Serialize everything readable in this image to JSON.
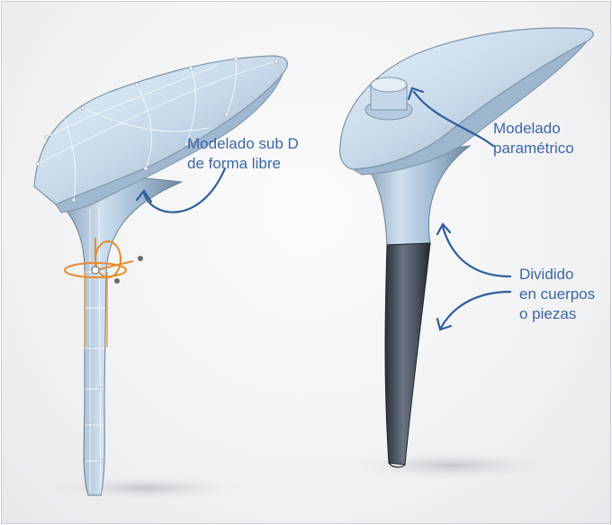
{
  "annotations": {
    "subd": {
      "line1": "Modelado sub D",
      "line2": "de forma libre"
    },
    "parametric": {
      "line1": "Modelado",
      "line2": "paramétrico"
    },
    "divided": {
      "line1": "Dividido",
      "line2": "en cuerpos",
      "line3": "o piezas"
    }
  },
  "colors": {
    "label_text": "#3b66a8",
    "arrow": "#2f5d9e",
    "part_light": "#bcd3e8",
    "part_dark": "#3d4450",
    "gizmo": "#e88a2c"
  }
}
